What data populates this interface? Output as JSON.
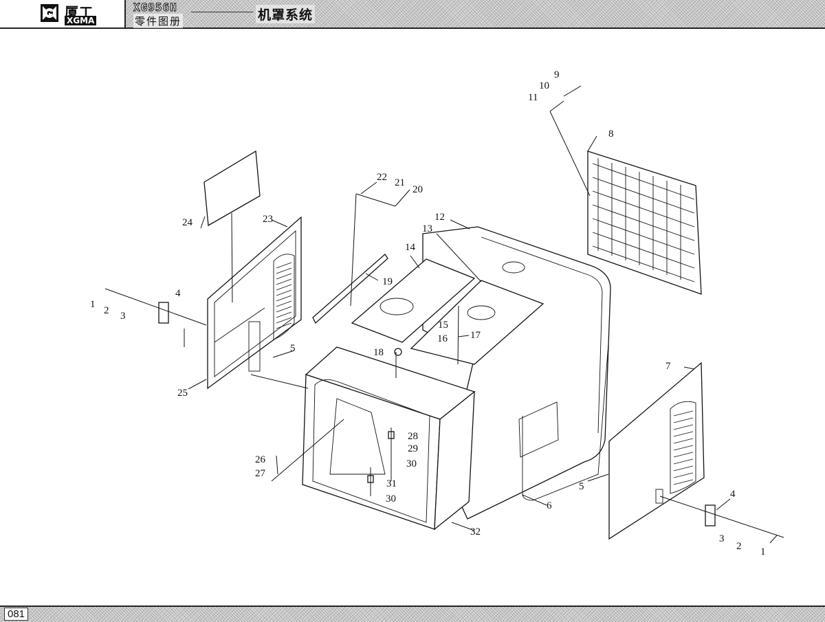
{
  "header": {
    "brand_cn": "厦工",
    "brand_en": "XGMA",
    "model_code": "XG956H",
    "catalog_label": "零件图册",
    "system_name": "机罩系统"
  },
  "footer": {
    "page_number": "081"
  },
  "icons": {
    "logo": "xgma-logo-icon"
  },
  "callouts": [
    "1",
    "2",
    "3",
    "4",
    "24",
    "23",
    "25",
    "5",
    "26",
    "27",
    "22",
    "21",
    "20",
    "19",
    "14",
    "13",
    "12",
    "15",
    "16",
    "17",
    "18",
    "28",
    "29",
    "30",
    "31",
    "30",
    "32",
    "6",
    "9",
    "10",
    "11",
    "8",
    "7",
    "5",
    "4",
    "3",
    "2",
    "1"
  ]
}
